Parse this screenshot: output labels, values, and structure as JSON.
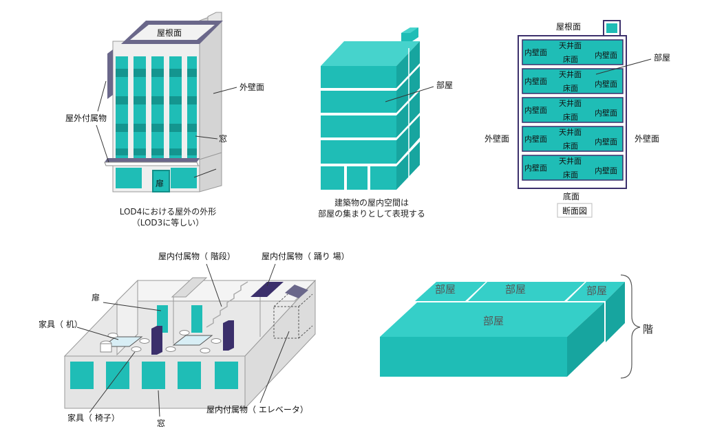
{
  "colors": {
    "teal": "#1fbdb6",
    "teal_light": "#35cfc8",
    "teal_dark": "#138e88",
    "wall_gray": "#d9d9d9",
    "roof_purple": "#6a678a",
    "stair_purple": "#3b2f6b"
  },
  "exterior": {
    "roof": "屋根面",
    "outer_wall": "外壁面",
    "attachment": "屋外付属物",
    "window": "窓",
    "door": "扉",
    "caption_line1": "LOD4における屋外の外形",
    "caption_line2": "（LOD3に等しい）"
  },
  "rooms_block": {
    "room": "部屋",
    "caption_line1": "建築物の屋内空間は",
    "caption_line2": "部屋の集まりとして表現する"
  },
  "section": {
    "roof": "屋根面",
    "room": "部屋",
    "outer_wall_left": "外壁面",
    "outer_wall_right": "外壁面",
    "bottom": "底面",
    "title": "断面図",
    "rows": [
      {
        "left": "内壁面",
        "ceiling": "天井面",
        "floor": "床面",
        "right": "内壁面"
      },
      {
        "left": "内壁面",
        "ceiling": "天井面",
        "floor": "床面",
        "right": "内壁面"
      },
      {
        "left": "内壁面",
        "ceiling": "天井面",
        "floor": "床面",
        "right": "内壁面"
      },
      {
        "left": "内壁面",
        "ceiling": "天井面",
        "floor": "床面",
        "right": "内壁面"
      },
      {
        "left": "内壁面",
        "ceiling": "天井面",
        "floor": "床面",
        "right": "内壁面"
      }
    ]
  },
  "interior": {
    "stairs": "屋内付属物（ 階段）",
    "landing": "屋内付属物（ 踊り 場）",
    "door": "扉",
    "desk": "家具（ 机）",
    "chair": "家具（ 椅子）",
    "window": "窓",
    "elevator": "屋内付属物（ エレベータ）"
  },
  "floor_block": {
    "room_left": "部屋",
    "room_mid": "部屋",
    "room_right": "部屋",
    "room_main": "部屋",
    "floor": "階"
  }
}
